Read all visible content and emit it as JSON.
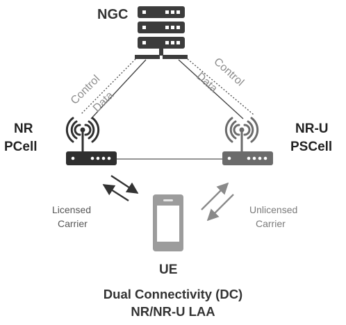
{
  "core": {
    "label": "NGC"
  },
  "pcell": {
    "line1": "NR",
    "line2": "PCell"
  },
  "pscell": {
    "line1": "NR-U",
    "line2": "PSCell"
  },
  "links": {
    "left_control": "Control",
    "left_data": "Data",
    "right_control": "Control",
    "right_data": "Data"
  },
  "carriers": {
    "licensed_line1": "Licensed",
    "licensed_line2": "Carrier",
    "unlicensed_line1": "Unlicensed",
    "unlicensed_line2": "Carrier"
  },
  "ue": {
    "label": "UE"
  },
  "caption": {
    "line1": "Dual Connectivity (DC)",
    "line2": "NR/NR-U LAA"
  },
  "colors": {
    "server": "#3c3c3c",
    "pcell_router": "#2f2f2f",
    "pscell_router": "#6b6b6b",
    "ue_phone": "#9c9c9c",
    "licensed_arrows": "#333333",
    "unlicensed_arrows": "#8a8a8a"
  },
  "icons": [
    "server-icon",
    "router-icon",
    "wifi-signal-icon",
    "smartphone-icon",
    "arrow-icon"
  ]
}
